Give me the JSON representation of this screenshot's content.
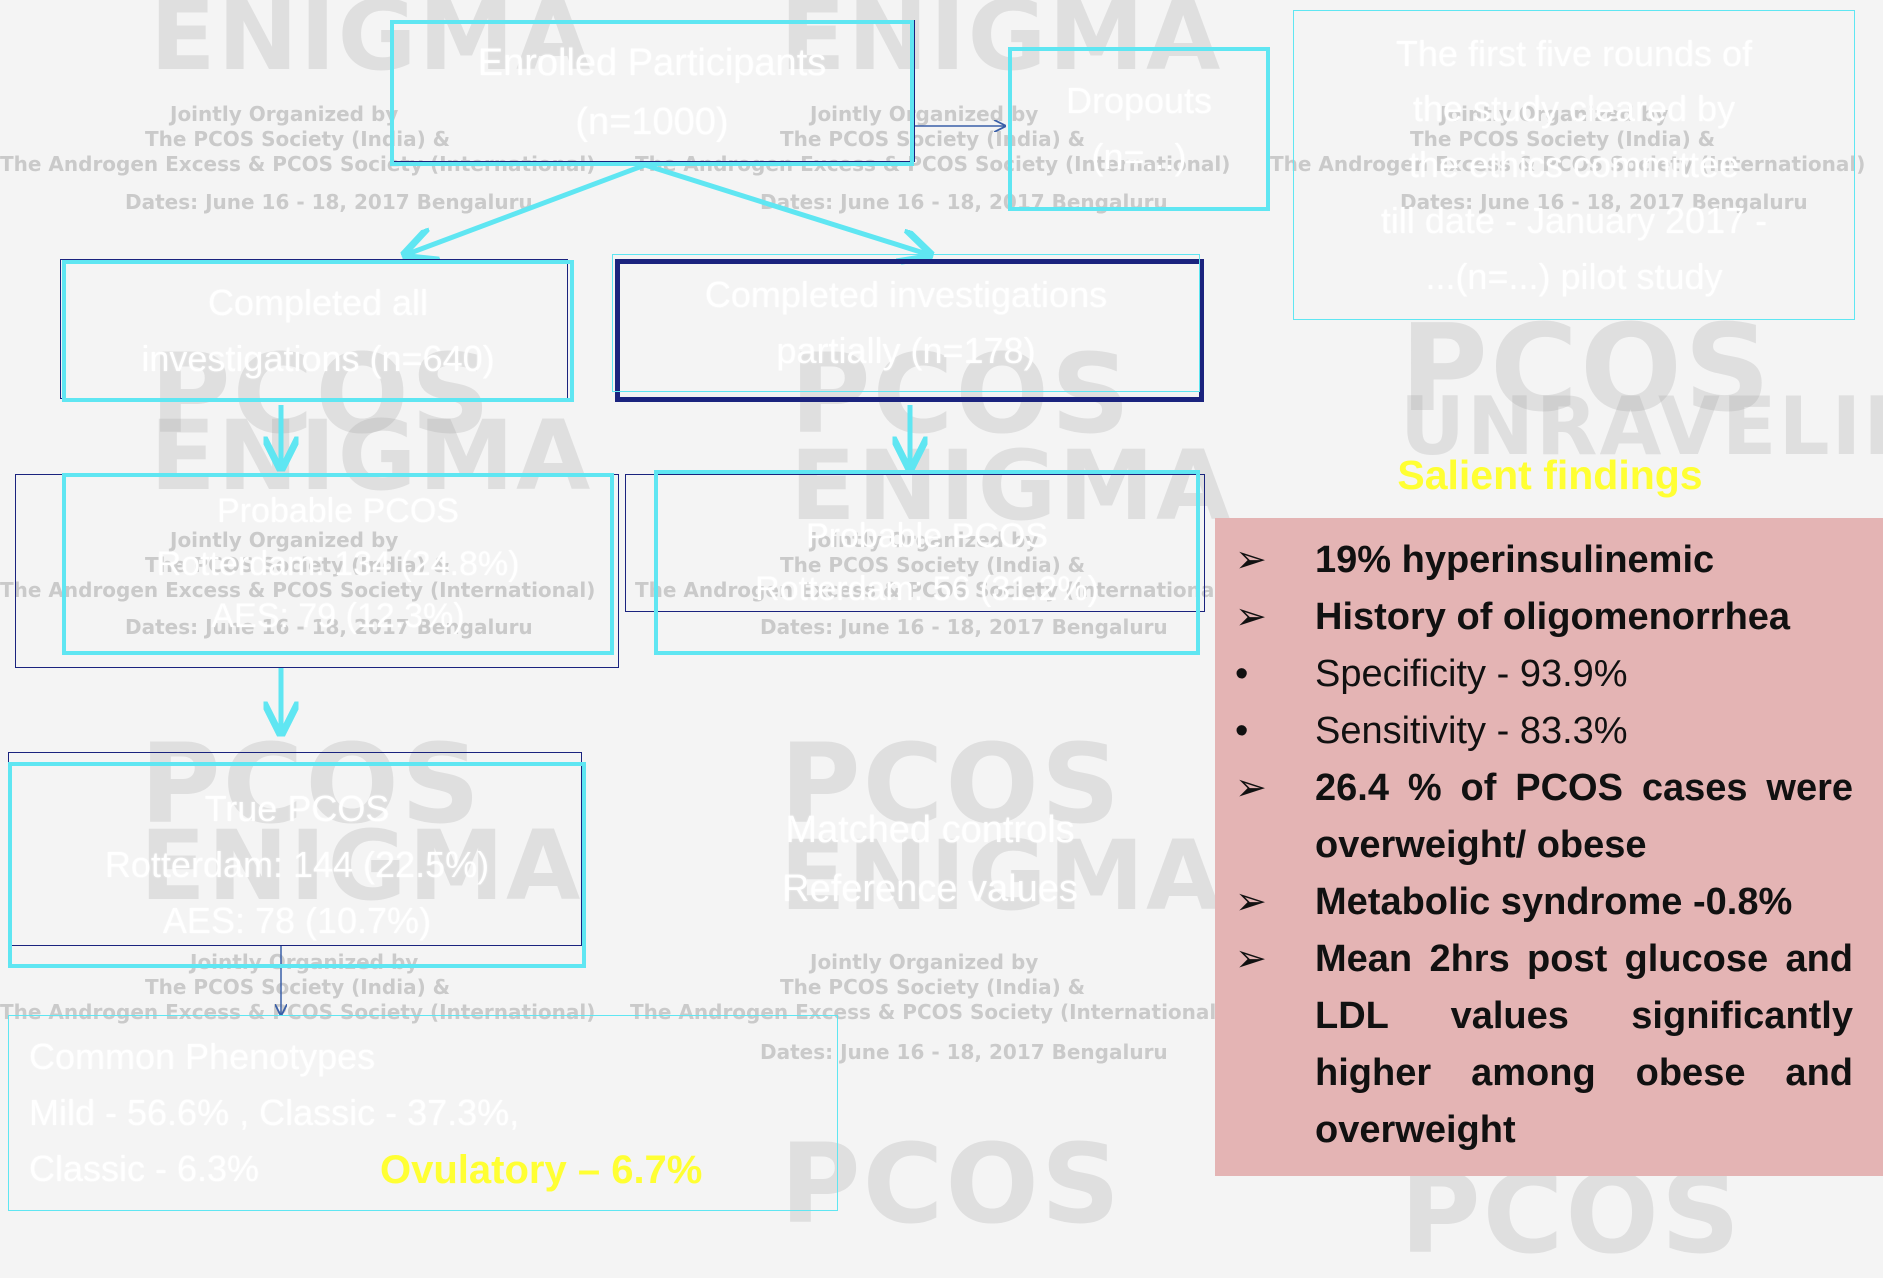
{
  "watermark": {
    "word_main": "ENIGMA",
    "word_pcos": "PCOS",
    "word_unravel": "UNRAVELING",
    "jointly": "Jointly Organized by",
    "society1": "The PCOS Society (India) &",
    "society2": "The Androgen Excess & PCOS Society (International)",
    "dates": "Dates: June 16 - 18, 2017  Bengaluru"
  },
  "flowchart": {
    "enrolled": {
      "lines": [
        "Enrolled Participants",
        "(n=1000)"
      ]
    },
    "dropouts": {
      "lines": [
        "Dropouts",
        "(n=...)"
      ]
    },
    "five_rounds": {
      "lines": [
        "The first five rounds of",
        "the study cleared by",
        "the ethics committee",
        "till date - January 2017 -",
        "...(n=...) pilot study"
      ]
    },
    "completed": {
      "lines": [
        "Completed all",
        "investigations (n=640)"
      ]
    },
    "partial": {
      "lines": [
        "Completed investigations",
        "partially (n=178)"
      ]
    },
    "probable_left": {
      "lines": [
        "Probable PCOS",
        "Rotterdam: 134 (24.8%)",
        "AES: 79 (12.3%)"
      ]
    },
    "probable_right": {
      "lines": [
        "Probable PCOS",
        "Rotterdam: 56 (31.2%)"
      ]
    },
    "true_pcos": {
      "lines": [
        "True PCOS",
        "Rotterdam: 144 (22.5%)",
        "AES: 78 (10.7%)"
      ]
    },
    "matched": {
      "lines": [
        "Matched controls",
        "Reference values"
      ]
    },
    "phenotypes": {
      "lines": [
        "Common Phenotypes",
        "Mild - 56.6% , Classic - 37.3%,",
        "Classic - 6.3%"
      ]
    },
    "ovulatory": "Ovulatory – 6.7%"
  },
  "salient": {
    "title": "Salient findings",
    "items": [
      {
        "marker": "➢",
        "text": "19% hyperinsulinemic",
        "style": "bold"
      },
      {
        "marker": "➢",
        "text": "History of oligomenorrhea",
        "style": "bold"
      },
      {
        "marker": "•",
        "text": "Specificity - 93.9%",
        "style": "plain"
      },
      {
        "marker": "•",
        "text": "Sensitivity - 83.3%",
        "style": "plain"
      },
      {
        "marker": "➢",
        "text": "26.4 % of PCOS cases were overweight/ obese",
        "style": "bold"
      },
      {
        "marker": "➢",
        "text": "Metabolic syndrome -0.8%",
        "style": "bold"
      },
      {
        "marker": "➢",
        "text": "Mean 2hrs post glucose and LDL values significantly higher among obese and overweight",
        "style": "bold"
      }
    ]
  },
  "colors": {
    "box_border": "#5fe6f2",
    "arrow": "#5fe6f2",
    "dark_outline": "#1a237e",
    "panel_bg": "#e4b4b4",
    "highlight_text": "#ffff33"
  }
}
